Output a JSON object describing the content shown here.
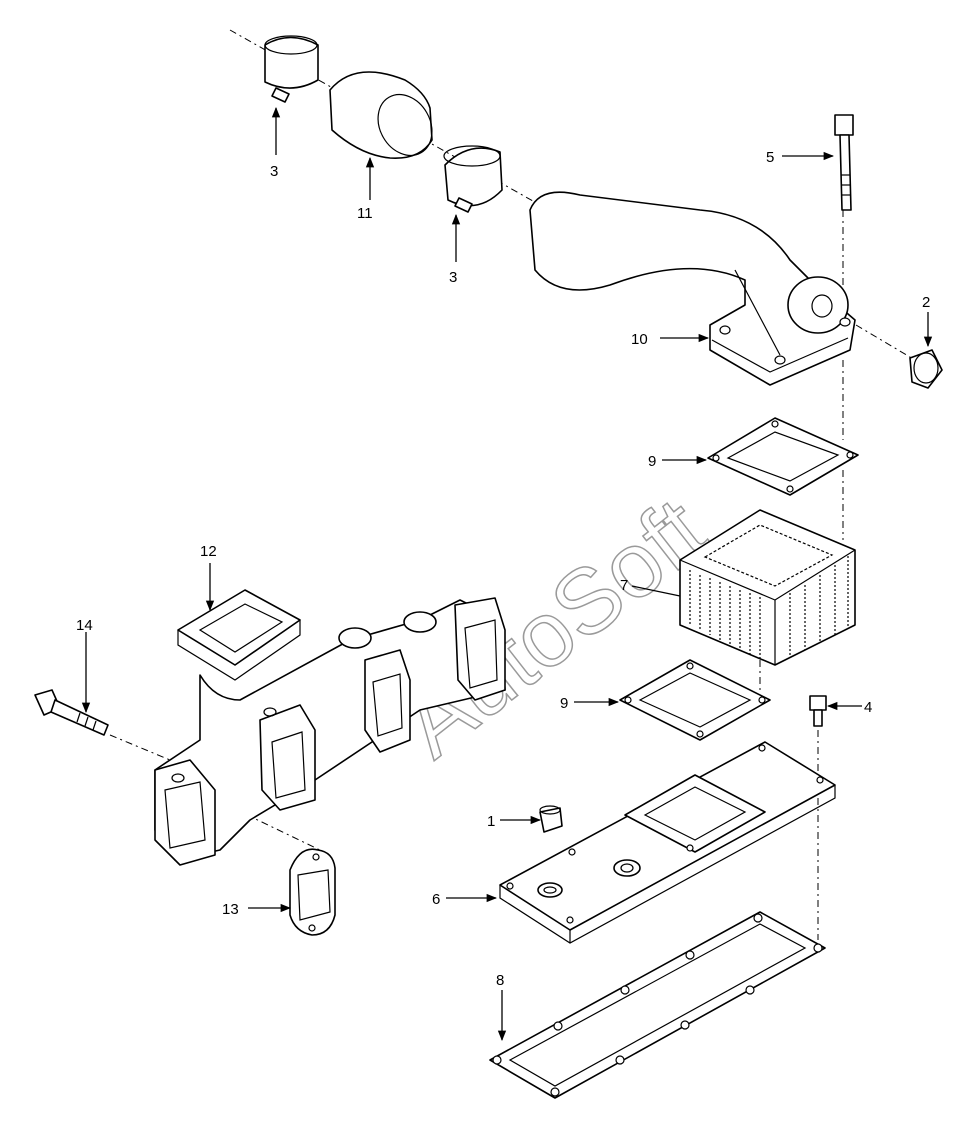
{
  "watermark": "AutoSoft",
  "callouts": [
    {
      "id": "c1",
      "text": "1"
    },
    {
      "id": "c2",
      "text": "2"
    },
    {
      "id": "c3a",
      "text": "3"
    },
    {
      "id": "c3b",
      "text": "3"
    },
    {
      "id": "c4",
      "text": "4"
    },
    {
      "id": "c5",
      "text": "5"
    },
    {
      "id": "c6",
      "text": "6"
    },
    {
      "id": "c7",
      "text": "7"
    },
    {
      "id": "c8",
      "text": "8"
    },
    {
      "id": "c9a",
      "text": "9"
    },
    {
      "id": "c9b",
      "text": "9"
    },
    {
      "id": "c10",
      "text": "10"
    },
    {
      "id": "c11",
      "text": "11"
    },
    {
      "id": "c12",
      "text": "12"
    },
    {
      "id": "c13",
      "text": "13"
    },
    {
      "id": "c14",
      "text": "14"
    }
  ]
}
